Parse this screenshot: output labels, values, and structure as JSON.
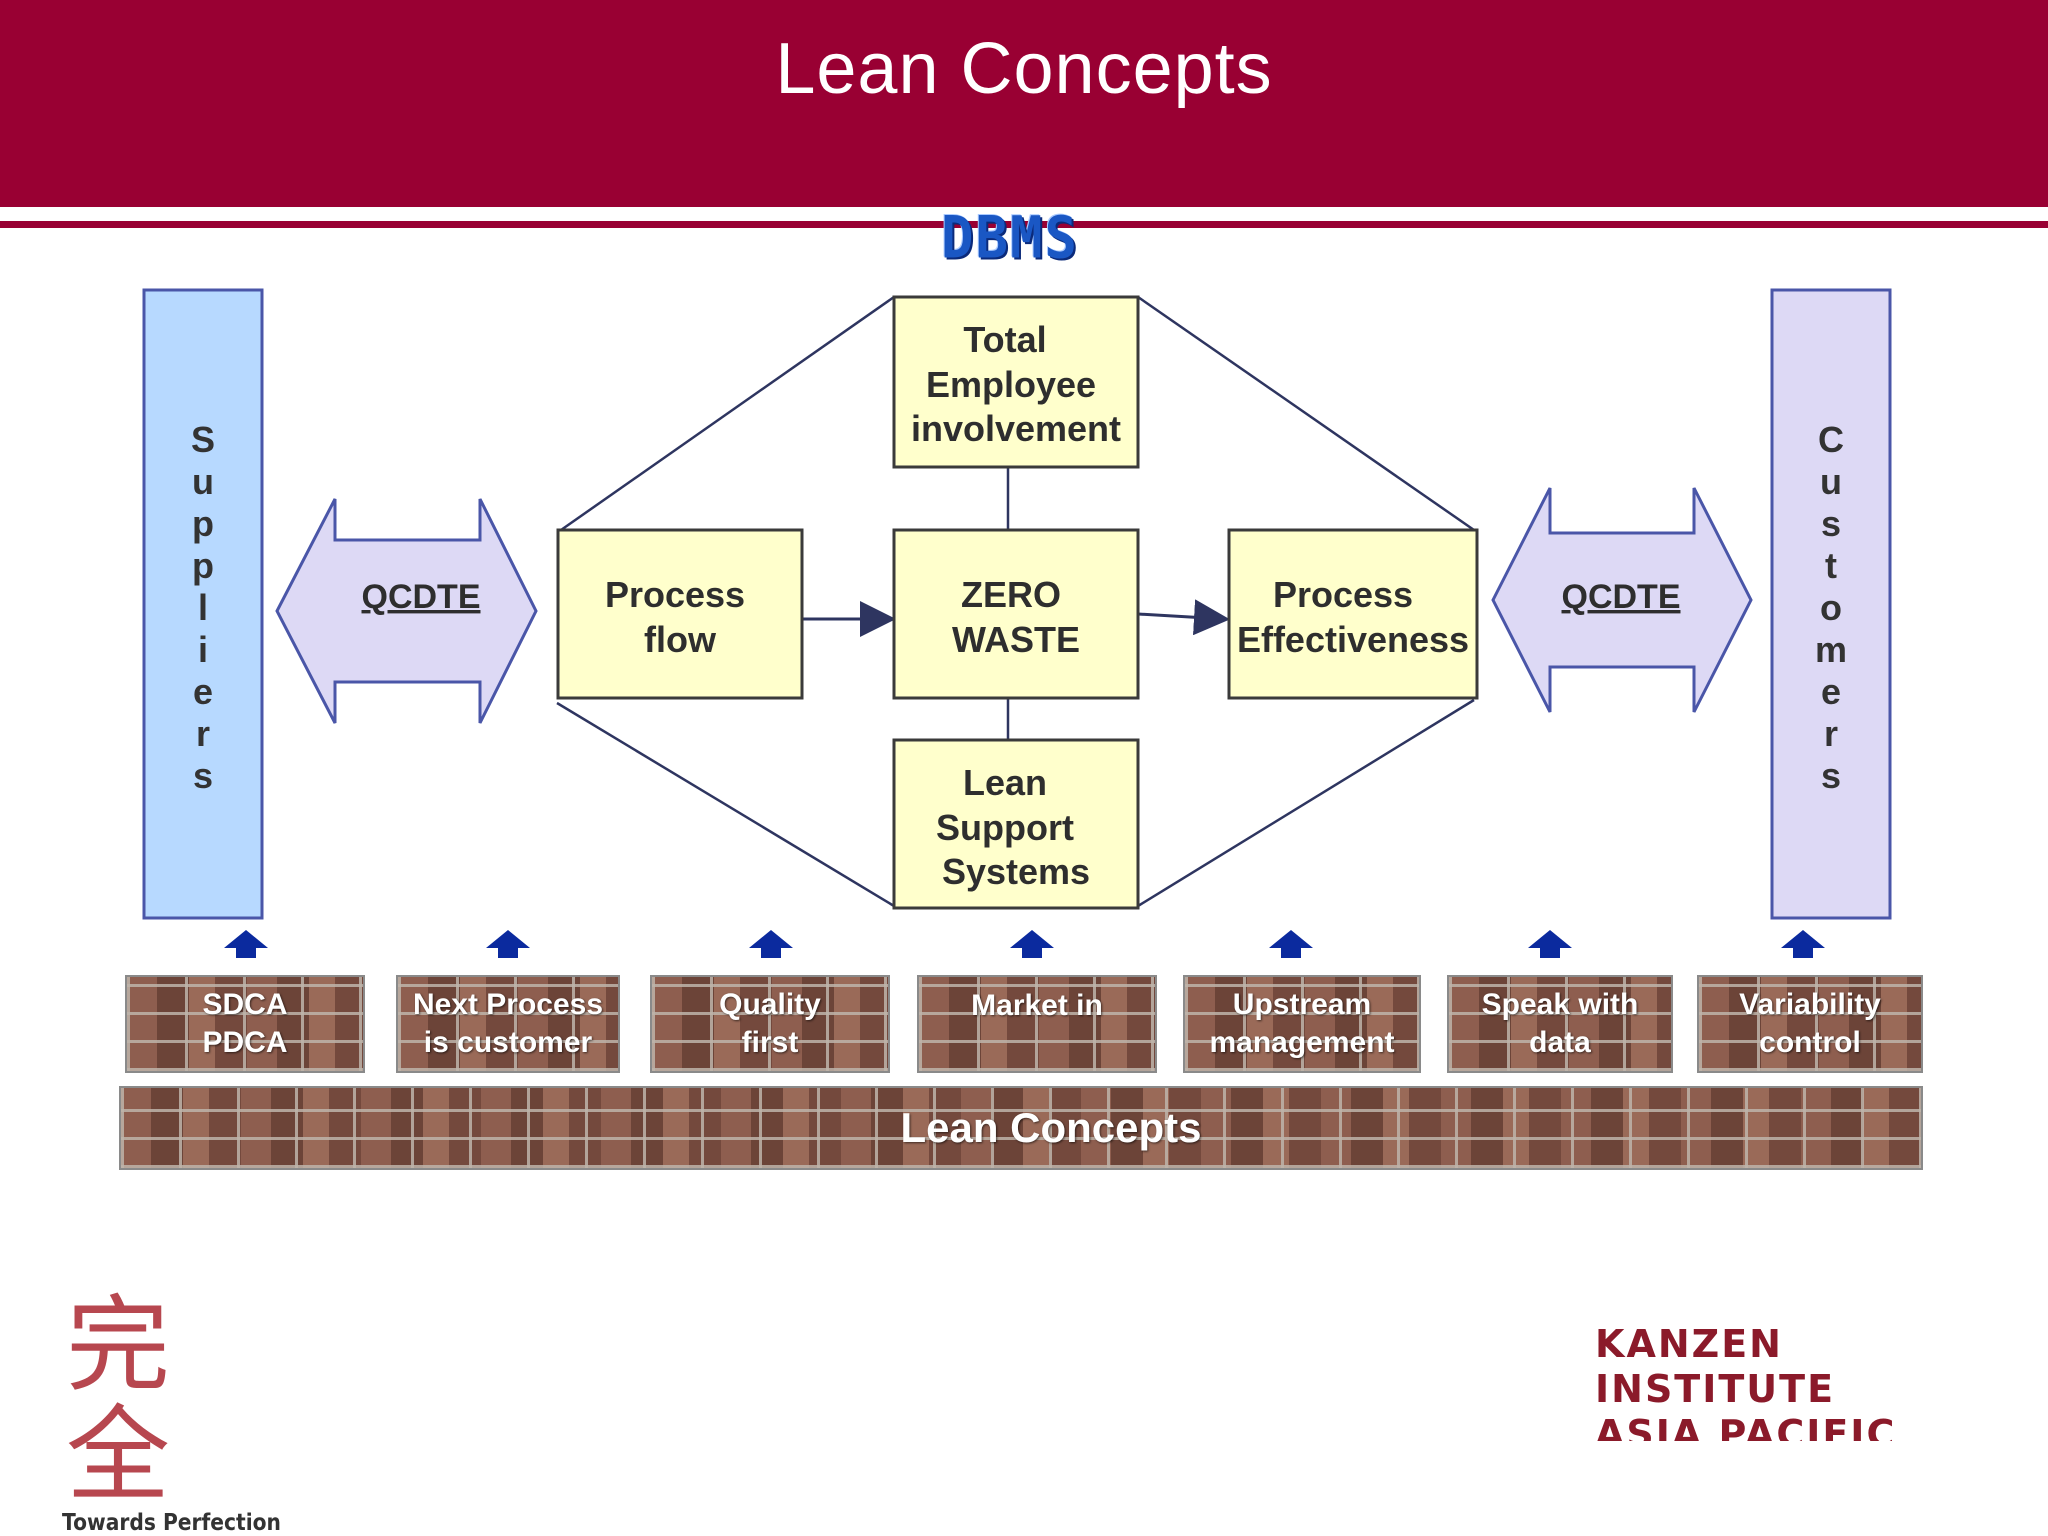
{
  "slide": {
    "title": "Lean Concepts",
    "brand": "DBMS"
  },
  "diagram": {
    "suppliers_label": "Suppliers",
    "customers_label": "Customers",
    "left_arrow_label": "QCDTE",
    "right_arrow_label": "QCDTE",
    "top_box": [
      "Total",
      "Employee",
      "involvement"
    ],
    "left_box": [
      "Process",
      "flow"
    ],
    "center_box": [
      "ZERO",
      "WASTE"
    ],
    "right_box": [
      "Process",
      "Effectiveness"
    ],
    "bottom_box": [
      "Lean",
      "Support",
      "Systems"
    ]
  },
  "pillars": [
    [
      "SDCA",
      "PDCA"
    ],
    [
      "Next Process",
      "is customer"
    ],
    [
      "Quality",
      "first"
    ],
    [
      "Market in"
    ],
    [
      "Upstream",
      "management"
    ],
    [
      "Speak with",
      "data"
    ],
    [
      "Variability",
      "control"
    ]
  ],
  "foundation_label": "Lean Concepts",
  "logos": {
    "left_kanji": "完全",
    "left_tagline": "Towards Perfection",
    "right_lines": [
      "KANZEN",
      "INSTITUTE",
      "ASIA PACIFIC"
    ]
  },
  "colors": {
    "header": "#990033",
    "box_fill": "#ffffcc",
    "suppliers_fill": "#b7d9ff",
    "customers_fill": "#ddd9f5",
    "arrow_fill": "#ddd9f5",
    "pillar_arrow": "#0b2a9e"
  }
}
